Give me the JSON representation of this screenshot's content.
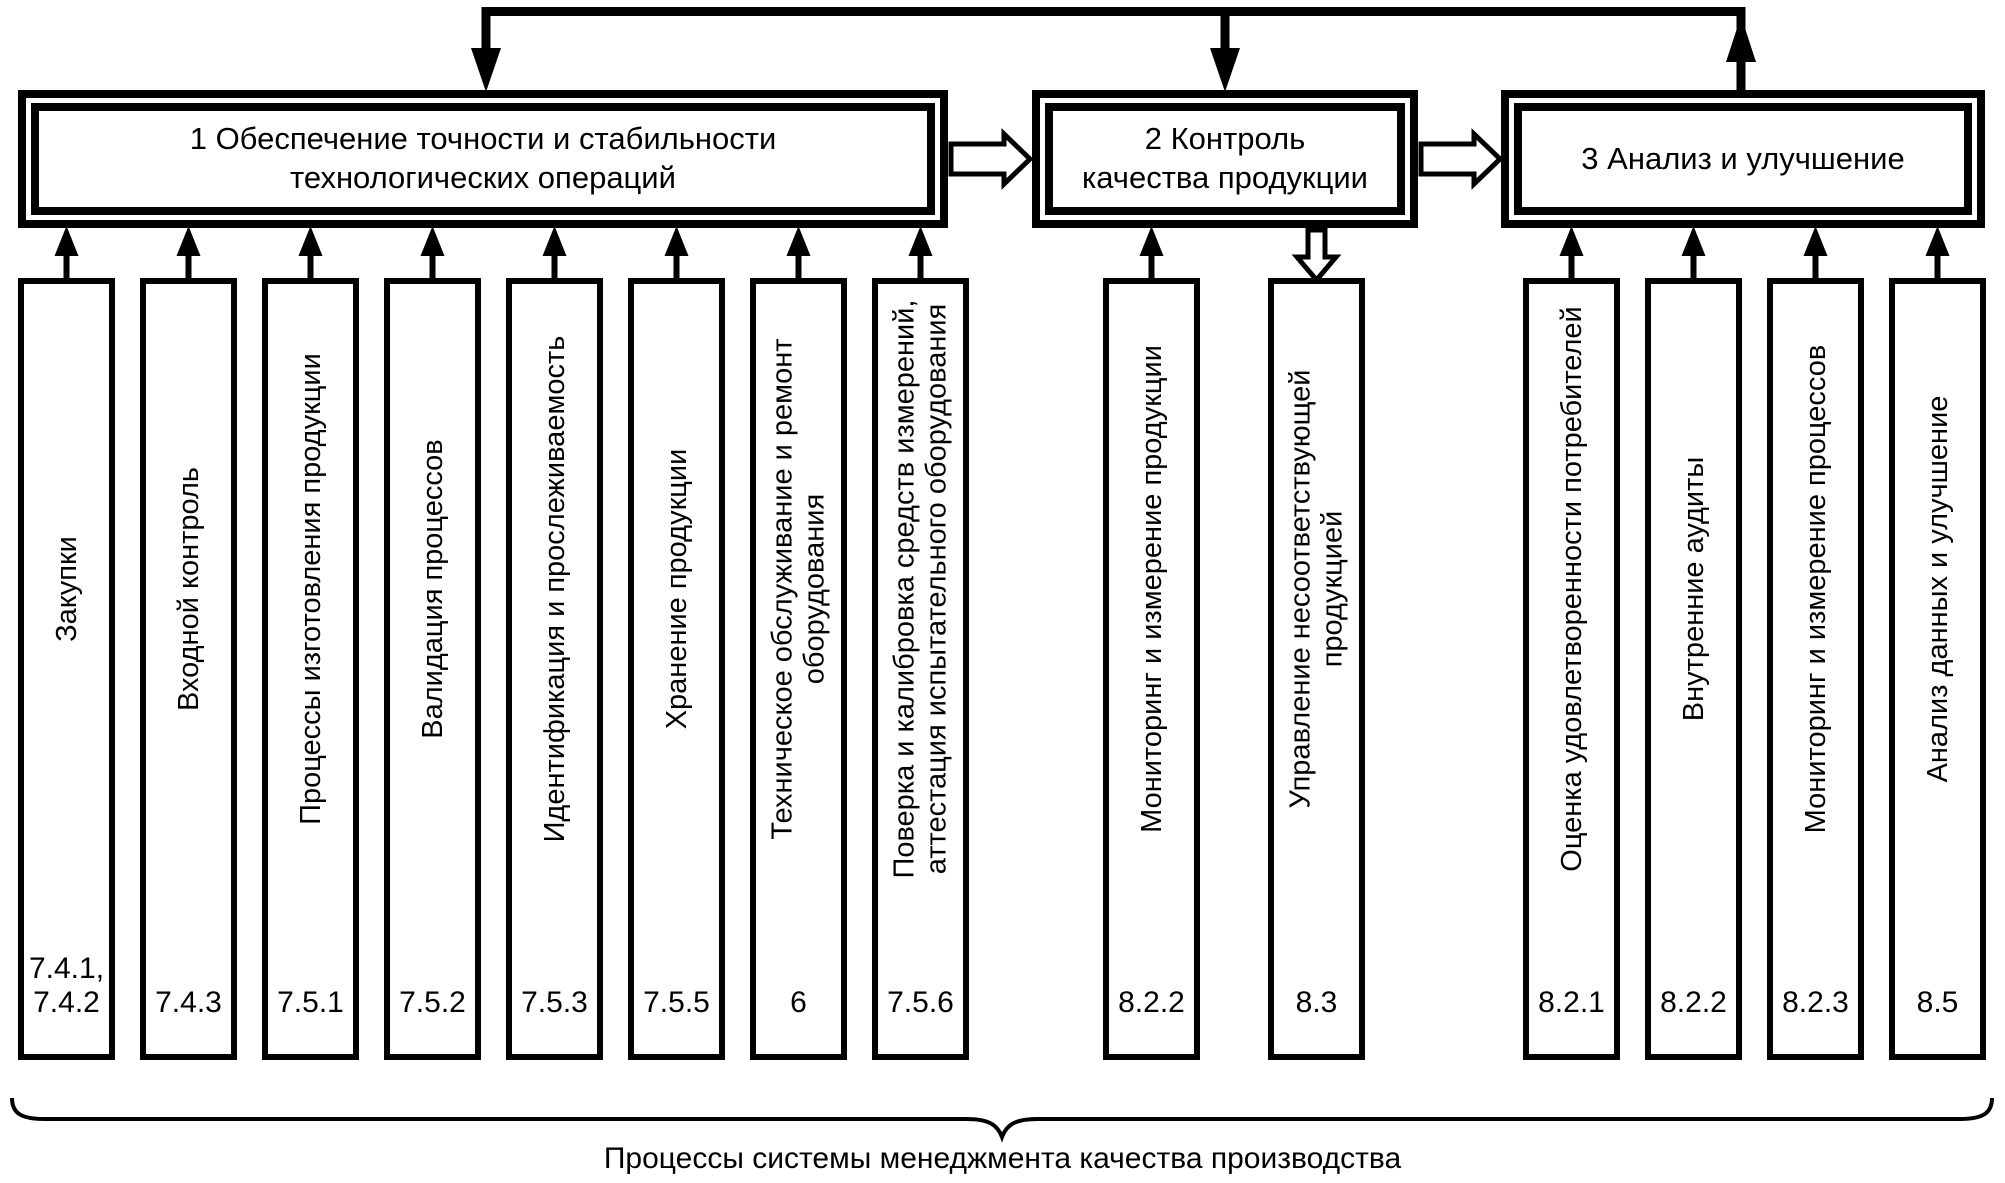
{
  "diagram": {
    "main_boxes": [
      {
        "label": "1 Обеспечение точности и стабильности\nтехнологических операций"
      },
      {
        "label": "2 Контроль\nкачества продукции"
      },
      {
        "label": "3 Анализ и улучшение"
      }
    ],
    "columns": [
      {
        "label": "Закупки",
        "clause": "7.4.1,\n7.4.2",
        "group": 1,
        "flow": "up"
      },
      {
        "label": "Входной контроль",
        "clause": "7.4.3",
        "group": 1,
        "flow": "up"
      },
      {
        "label": "Процессы изготовления продукции",
        "clause": "7.5.1",
        "group": 1,
        "flow": "up"
      },
      {
        "label": "Валидация процессов",
        "clause": "7.5.2",
        "group": 1,
        "flow": "up"
      },
      {
        "label": "Идентификация и прослеживаемость",
        "clause": "7.5.3",
        "group": 1,
        "flow": "up"
      },
      {
        "label": "Хранение продукции",
        "clause": "7.5.5",
        "group": 1,
        "flow": "up"
      },
      {
        "label": "Техническое обслуживание и ремонт\nоборудования",
        "clause": "6",
        "group": 1,
        "flow": "up"
      },
      {
        "label": "Поверка и калибровка средств измерений,\nаттестация испытательного оборудования",
        "clause": "7.5.6",
        "group": 1,
        "flow": "up"
      },
      {
        "label": "Мониторинг и измерение продукции",
        "clause": "8.2.2",
        "group": 2,
        "flow": "up"
      },
      {
        "label": "Управление несоответствующей\nпродукцией",
        "clause": "8.3",
        "group": 2,
        "flow": "down"
      },
      {
        "label": "Оценка удовлетворенности потребителей",
        "clause": "8.2.1",
        "group": 3,
        "flow": "up"
      },
      {
        "label": "Внутренние аудиты",
        "clause": "8.2.2",
        "group": 3,
        "flow": "up"
      },
      {
        "label": "Мониторинг и измерение процессов",
        "clause": "8.2.3",
        "group": 3,
        "flow": "up"
      },
      {
        "label": "Анализ данных и улучшение",
        "clause": "8.5",
        "group": 3,
        "flow": "up"
      }
    ],
    "caption": "Процессы системы менеджмента качества производства",
    "colors": {
      "ink": "#000000",
      "background": "#ffffff"
    }
  }
}
